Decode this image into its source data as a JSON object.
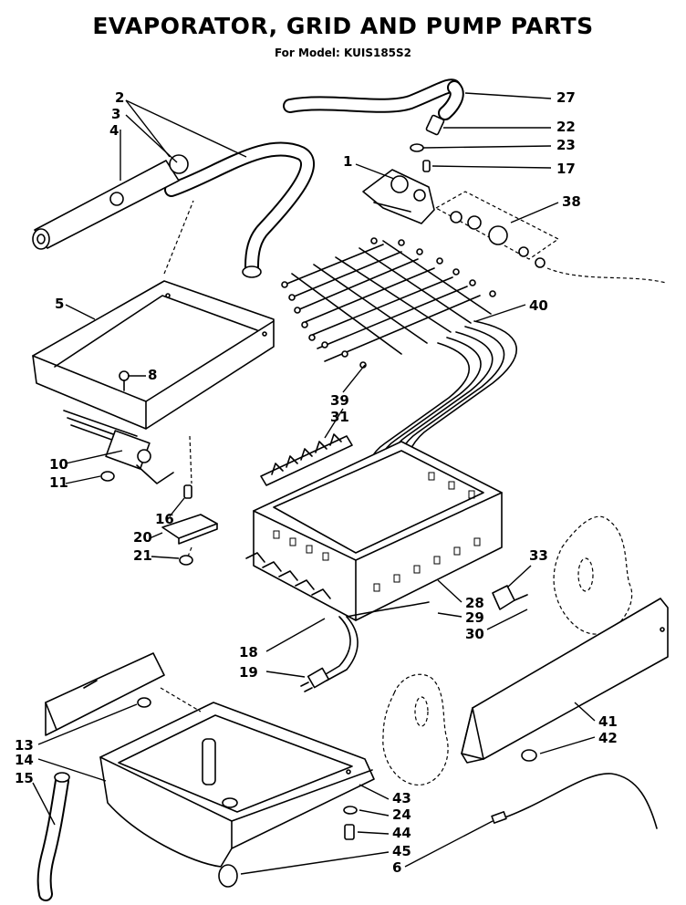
{
  "header": {
    "title": "EVAPORATOR, GRID AND PUMP PARTS",
    "subtitle": "For Model: KUIS185S2"
  },
  "callouts": [
    "1",
    "2",
    "3",
    "4",
    "5",
    "6",
    "8",
    "10",
    "11",
    "13",
    "14",
    "15",
    "16",
    "17",
    "18",
    "19",
    "20",
    "21",
    "22",
    "23",
    "24",
    "27",
    "28",
    "29",
    "30",
    "31",
    "33",
    "38",
    "39",
    "40",
    "41",
    "42",
    "43",
    "44",
    "45"
  ]
}
